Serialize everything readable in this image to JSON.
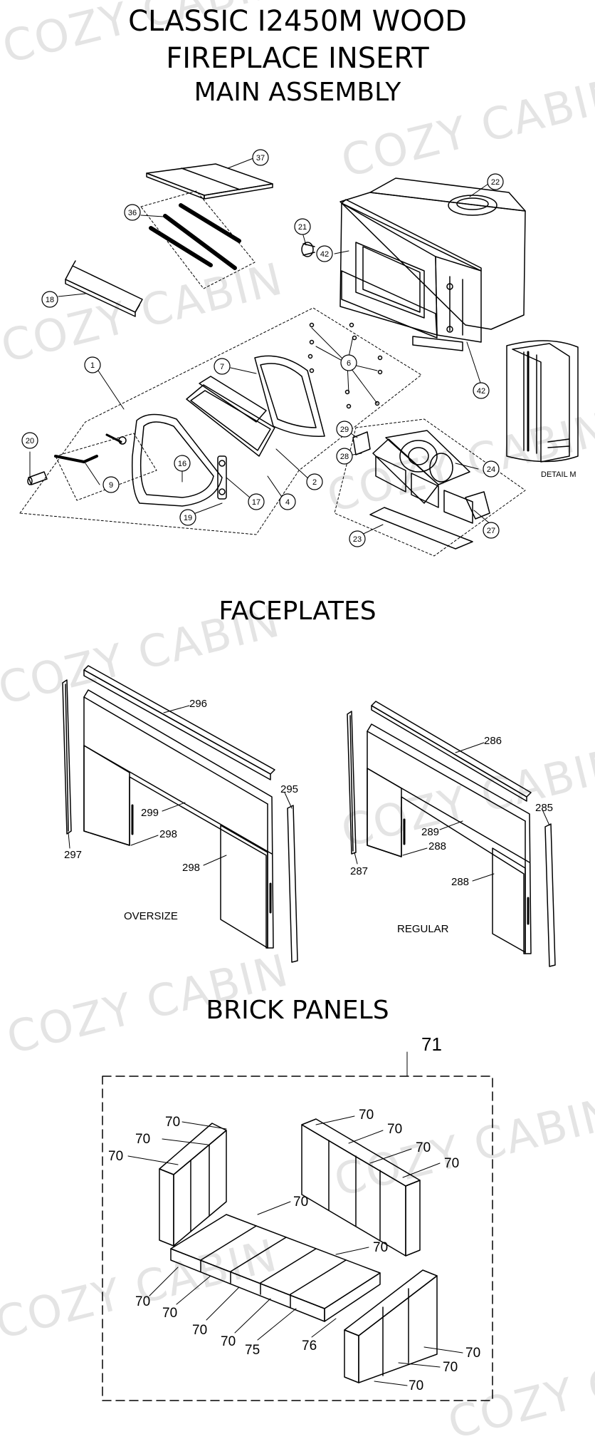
{
  "titles": {
    "line1": "CLASSIC I2450M WOOD",
    "line2": "FIREPLACE INSERT",
    "line3": "MAIN ASSEMBLY",
    "faceplates": "FACEPLATES",
    "brick_panels": "BRICK PANELS"
  },
  "watermark": "COZY CABIN",
  "assembly": {
    "detail_label": "DETAIL M",
    "callouts": [
      "37",
      "36",
      "22",
      "21",
      "42",
      "18",
      "1",
      "7",
      "6",
      "20",
      "16",
      "9",
      "17",
      "4",
      "2",
      "19",
      "29",
      "28",
      "24",
      "27",
      "23",
      "42"
    ]
  },
  "faceplates": {
    "oversize_label": "OVERSIZE",
    "regular_label": "REGULAR",
    "oversize_parts": [
      "296",
      "295",
      "299",
      "298",
      "297",
      "298"
    ],
    "regular_parts": [
      "286",
      "285",
      "289",
      "288",
      "287",
      "288"
    ]
  },
  "bricks": {
    "group_label": "71",
    "labels": [
      "70",
      "70",
      "70",
      "70",
      "70",
      "70",
      "70",
      "70",
      "70",
      "70",
      "70",
      "70",
      "70",
      "75",
      "76",
      "70",
      "70",
      "70"
    ]
  }
}
